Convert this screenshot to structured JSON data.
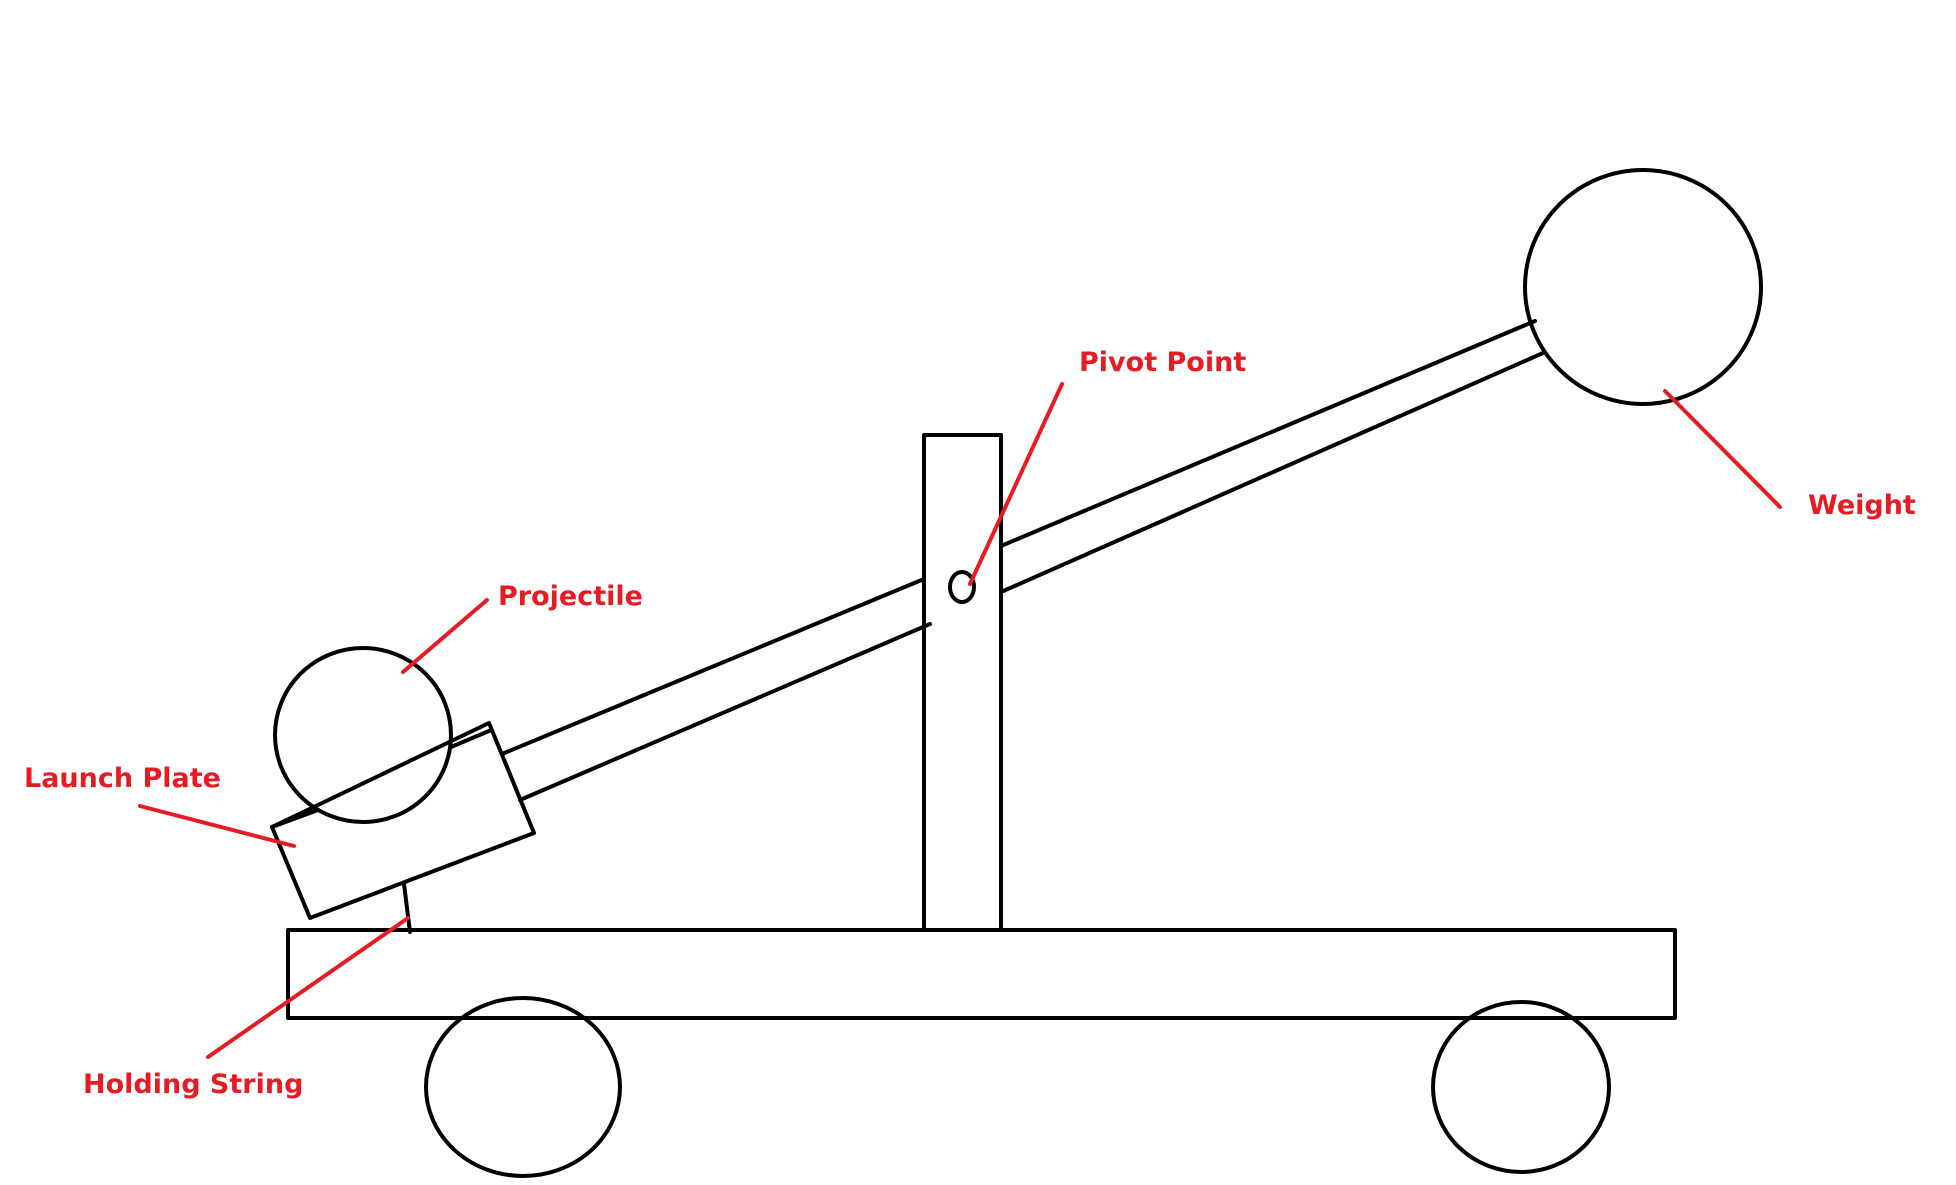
{
  "diagram": {
    "labels": {
      "pivot_point": "Pivot Point",
      "weight": "Weight",
      "projectile": "Projectile",
      "launch_plate": "Launch Plate",
      "holding_string": "Holding String"
    },
    "colors": {
      "label": "#e61c24",
      "leader_line": "#e61c24",
      "outline": "#000000",
      "background": "#ffffff"
    }
  }
}
